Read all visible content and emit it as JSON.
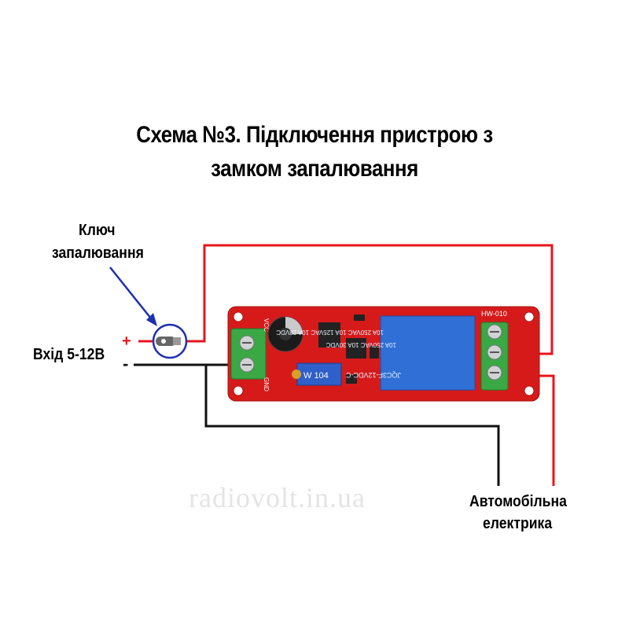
{
  "title": {
    "line1": "Схема №3. Підключення пристрою з",
    "line2": "замком запалювання"
  },
  "labels": {
    "ignition_key_line1": "Ключ",
    "ignition_key_line2": "запалювання",
    "input": "Вхід 5-12В",
    "plus": "+",
    "minus": "-",
    "auto_electrics_line1": "Автомобільна",
    "auto_electrics_line2": "електрика"
  },
  "board": {
    "model": "HW-010",
    "relay_line1": "10A 250VAC 10A 125VAC 10A 28VDC",
    "relay_line2": "10A 250VAC 10A 30VDC",
    "relay_model": "JQC3F-12VDC-C",
    "pot_label": "W 104",
    "vcc_label": "VCC",
    "gnd_label": "GND"
  },
  "watermark": "radiovolt.in.ua",
  "colors": {
    "wire_red": "#e8141c",
    "wire_black": "#111111",
    "board": "#d61a1a",
    "terminal": "#3aa845",
    "relay": "#2f6fd6",
    "arrow": "#1e2fb0"
  }
}
